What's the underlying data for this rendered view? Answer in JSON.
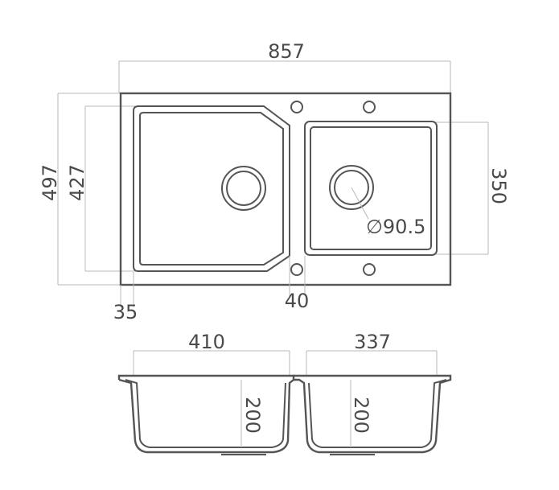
{
  "dimensions": {
    "total_width": "857",
    "total_height": "497",
    "bowl_height": "427",
    "small_bowl_height": "350",
    "drain_diameter": "∅90.5",
    "edge_offset": "35",
    "divider_width": "40",
    "large_bowl_width": "410",
    "small_bowl_width": "337",
    "large_bowl_depth": "200",
    "small_bowl_depth": "200"
  },
  "colors": {
    "line": "#555555",
    "dimension_line": "#b8b8b8",
    "text": "#4a4a4a"
  }
}
